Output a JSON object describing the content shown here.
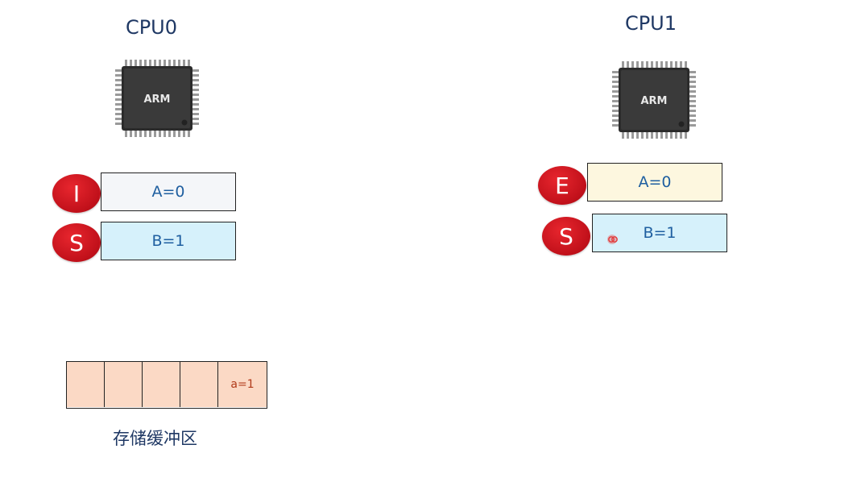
{
  "cpus": [
    {
      "title": "CPU0",
      "chip_label": "ARM",
      "lines": [
        {
          "state": "I",
          "text": "A=0",
          "fill": "#f4f6f9"
        },
        {
          "state": "S",
          "text": "B=1",
          "fill": "#d6f1fb"
        }
      ]
    },
    {
      "title": "CPU1",
      "chip_label": "ARM",
      "lines": [
        {
          "state": "E",
          "text": "A=0",
          "fill": "#fdf7df"
        },
        {
          "state": "S",
          "text": "B=1",
          "fill": "#d6f1fb"
        }
      ]
    }
  ],
  "store_buffer": {
    "cells": [
      "",
      "",
      "",
      "",
      "a=1"
    ],
    "caption": "存储缓冲区",
    "fill": "#fbd9c5"
  },
  "colors": {
    "badge": "#c0101a",
    "title": "#1f3864",
    "line_text": "#1f5fa0"
  },
  "icons": [
    "arm-chip-icon"
  ]
}
